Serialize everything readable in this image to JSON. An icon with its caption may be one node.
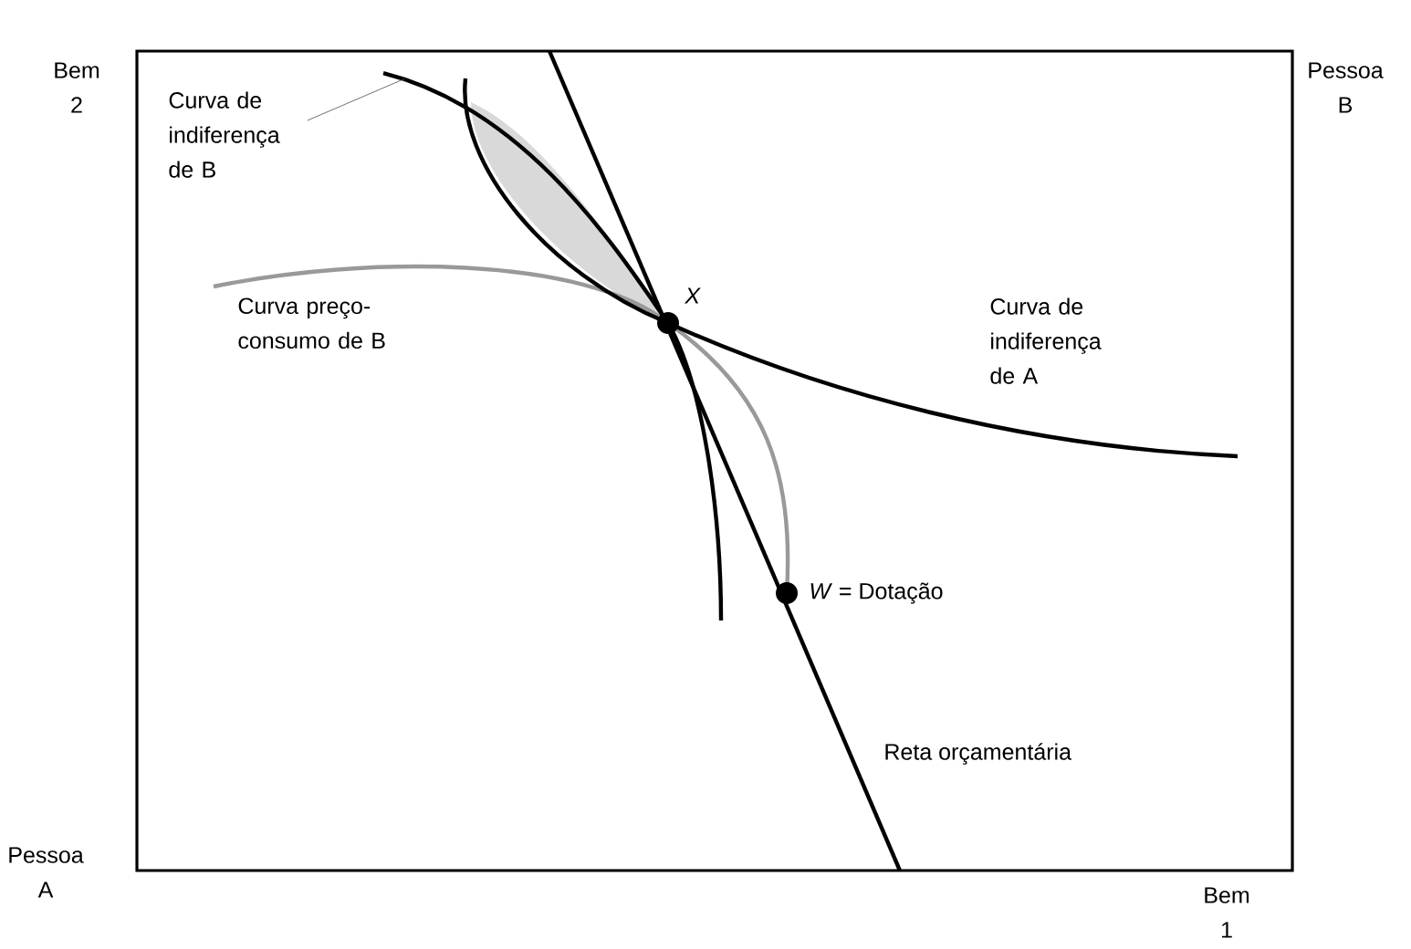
{
  "diagram": {
    "nodes": [
      {
        "text": [
          "Curva de indiferença de B"
        ]
      },
      {
        "text": [],
        "shape": "curve"
      }
    ],
    "edges": [
      {
        "from": 0,
        "to": 1,
        "arrow": "none"
      }
    ],
    "labels": [
      "Bem 2",
      "Pessoa B",
      "Curva preço-consumo de B",
      "X",
      "Curva de indiferença de A",
      "*W* = Dotação",
      "Reta orçamentária",
      "Pessoa A",
      "Bem 1"
    ]
  }
}
